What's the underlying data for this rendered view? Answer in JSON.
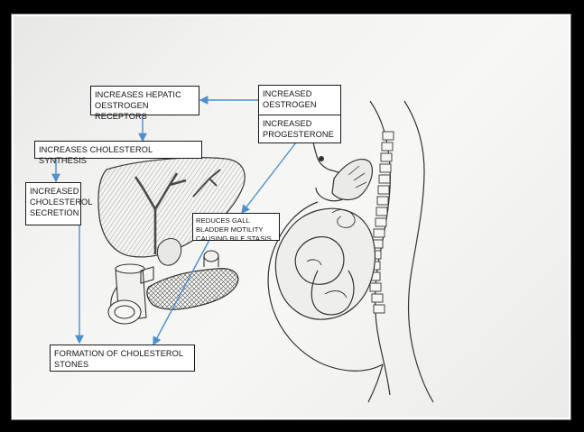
{
  "diagram": {
    "boxes": {
      "increased_oestrogen": "INCREASED\nOESTROGEN",
      "increased_progesterone": "INCREASED\nPROGESTERONE",
      "hepatic_receptors": "INCREASES HEPATIC\nOESTROGEN RECEPTORS",
      "cholesterol_synthesis": "INCREASES CHOLESTEROL SYNTHESIS",
      "cholesterol_secretion": "INCREASED\nCHOLESTEROL\nSECRETION",
      "gall_bladder_motility": "REDUCES GALL\nBLADDER MOTILITY\nCAUSING BILE STASIS",
      "cholesterol_stones": "FORMATION OF CHOLESTEROL\nSTONES"
    },
    "colors": {
      "arrow": "#4d8fd1",
      "box_border": "#1a1a1a",
      "frame": "#000000",
      "sketch_ink": "#3a3a3a"
    }
  }
}
